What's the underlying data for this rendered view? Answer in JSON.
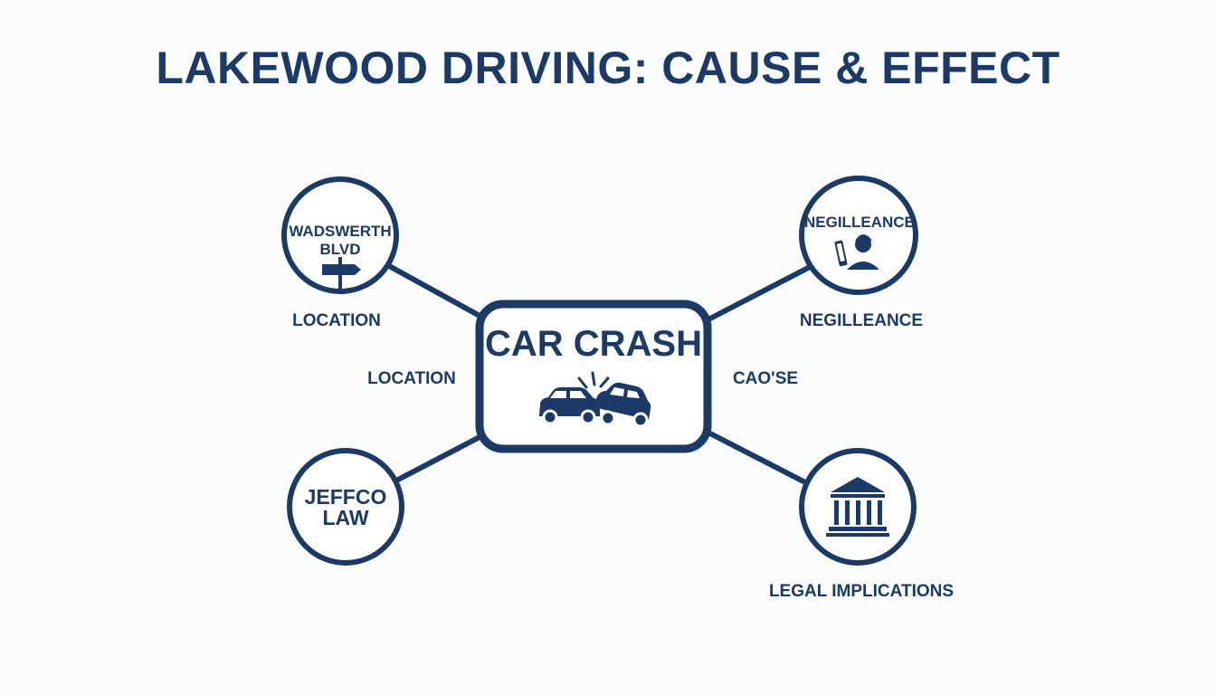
{
  "title": "LAKEWOOD DRIVING: CAUSE & EFFECT",
  "center": {
    "label": "CAR CRASH",
    "icon": "car-collision-icon"
  },
  "nodes": {
    "top_left": {
      "circle_text_line1": "WADSWERTH",
      "circle_text_line2": "BLVD",
      "icon": "signpost-icon",
      "caption": "LOCATION"
    },
    "top_right": {
      "circle_text": "NEGILLEANCE",
      "icon": "distracted-driver-icon",
      "caption": "NEGILLEANCE"
    },
    "bottom_left": {
      "circle_text_line1": "JEFFCO",
      "circle_text_line2": "LAW"
    },
    "bottom_right": {
      "icon": "courthouse-icon",
      "caption": "LEGAL IMPLICATIONS"
    }
  },
  "side_labels": {
    "left": "LOCATION",
    "right": "CAO'SE"
  },
  "colors": {
    "primary": "#1b3a67",
    "background": "#fbfcfc"
  }
}
